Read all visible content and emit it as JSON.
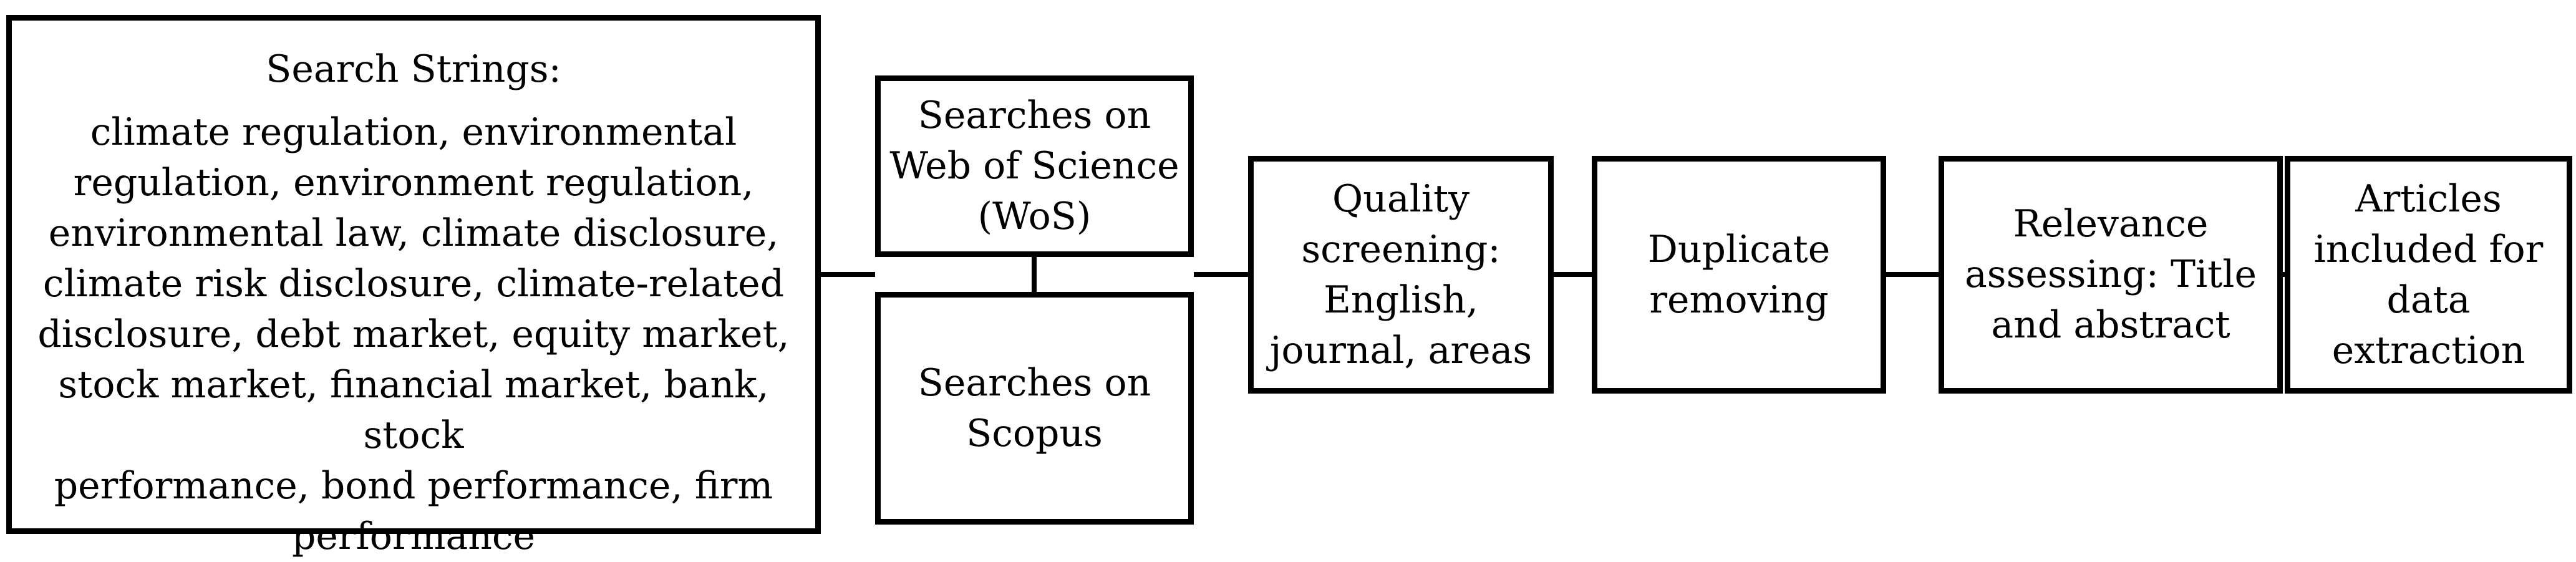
{
  "search_strings": {
    "heading": "Search Strings:",
    "lines": [
      "climate regulation, environmental",
      "regulation, environment regulation,",
      "environmental law, climate disclosure,",
      "climate risk disclosure, climate-related",
      "disclosure, debt market, equity market,",
      "stock market, financial market, bank, stock",
      "performance, bond performance, firm",
      "performance"
    ]
  },
  "wos": {
    "lines": [
      "Searches on",
      "Web of Science",
      "(WoS)"
    ]
  },
  "scopus": {
    "lines": [
      "Searches on",
      "Scopus"
    ]
  },
  "quality": {
    "lines": [
      "Quality",
      "screening:",
      "English,",
      "journal, areas"
    ]
  },
  "duplicate": {
    "lines": [
      "Duplicate",
      "removing"
    ]
  },
  "relevance": {
    "lines": [
      "Relevance",
      "assessing: Title",
      "and abstract"
    ]
  },
  "articles": {
    "lines": [
      "Articles",
      "included for",
      "data extraction"
    ]
  }
}
